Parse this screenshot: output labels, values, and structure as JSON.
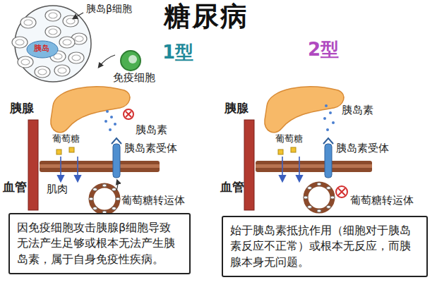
{
  "diagram": {
    "title": "糖尿病",
    "nodes": [
      {
        "text": [
          "因免疫细胞攻击胰腺β细胞导致无法产生足够或根本无法产生胰岛素，属于自身免疫性疾病。"
        ]
      },
      {
        "text": [
          "始于胰岛素抵抗作用（细胞对于胰岛素反应不正常）或根本无反应，而胰腺本身无问题。"
        ]
      }
    ],
    "labels": [
      "胰岛β细胞",
      "胰岛",
      "免疫细胞",
      "1型",
      "2型",
      "胰腺",
      "葡萄糖",
      "胰岛素",
      "胰岛素受体",
      "血管",
      "肌肉",
      "葡萄糖转运体",
      "胰腺",
      "葡萄糖",
      "胰岛素",
      "胰岛素受体",
      "血管",
      "葡萄糖转运体"
    ]
  }
}
